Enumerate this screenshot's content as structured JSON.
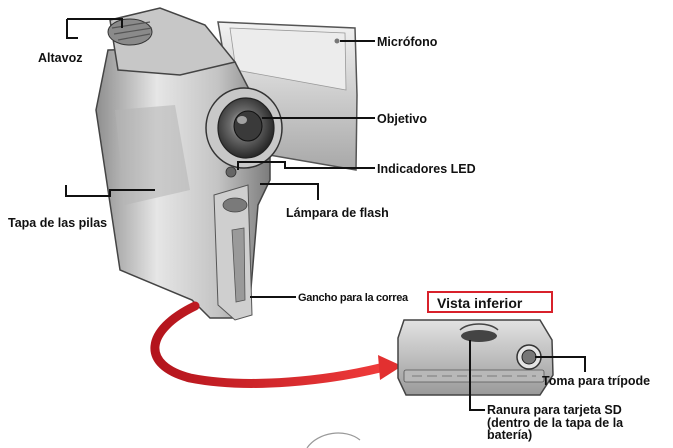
{
  "labels": {
    "speaker": "Altavoz",
    "microphone": "Micrófono",
    "lens": "Objetivo",
    "led_indicators": "Indicadores LED",
    "flash_lamp": "Lámpara de flash",
    "battery_cover": "Tapa de las pilas",
    "strap_hook": "Gancho para la correa",
    "bottom_view": "Vista inferior",
    "tripod_socket": "Toma para trípode",
    "sd_slot": "Ranura para tarjeta SD (dentro de la tapa de la batería)"
  },
  "colors": {
    "accent_red": "#d8212b",
    "body_light": "#d9d9d9",
    "body_mid": "#a9a9a9",
    "body_dark": "#555555"
  }
}
